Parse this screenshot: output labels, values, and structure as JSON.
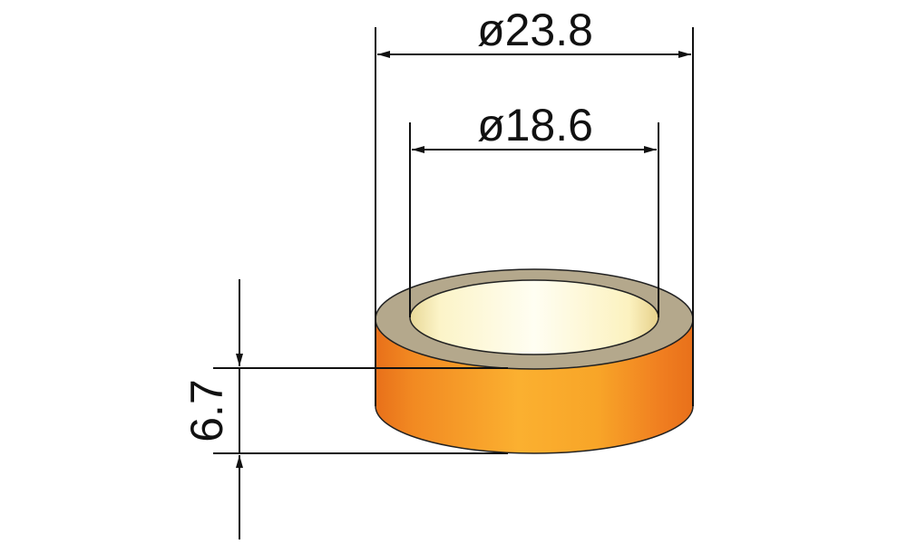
{
  "drawing": {
    "part": "cylindrical ring / bushing",
    "colors": {
      "outer_surface": "#F5A020",
      "outer_surface_edge": "#E8701A",
      "top_face": "#B4A88C",
      "inner_bore": "#FFFBE0",
      "lines": "#111111"
    },
    "dimensions": {
      "outer_diameter": {
        "label": "ø23.8",
        "value": 23.8,
        "type": "diameter"
      },
      "inner_diameter": {
        "label": "ø18.6",
        "value": 18.6,
        "type": "diameter"
      },
      "height": {
        "label": "6.7",
        "value": 6.7,
        "type": "linear"
      }
    }
  }
}
